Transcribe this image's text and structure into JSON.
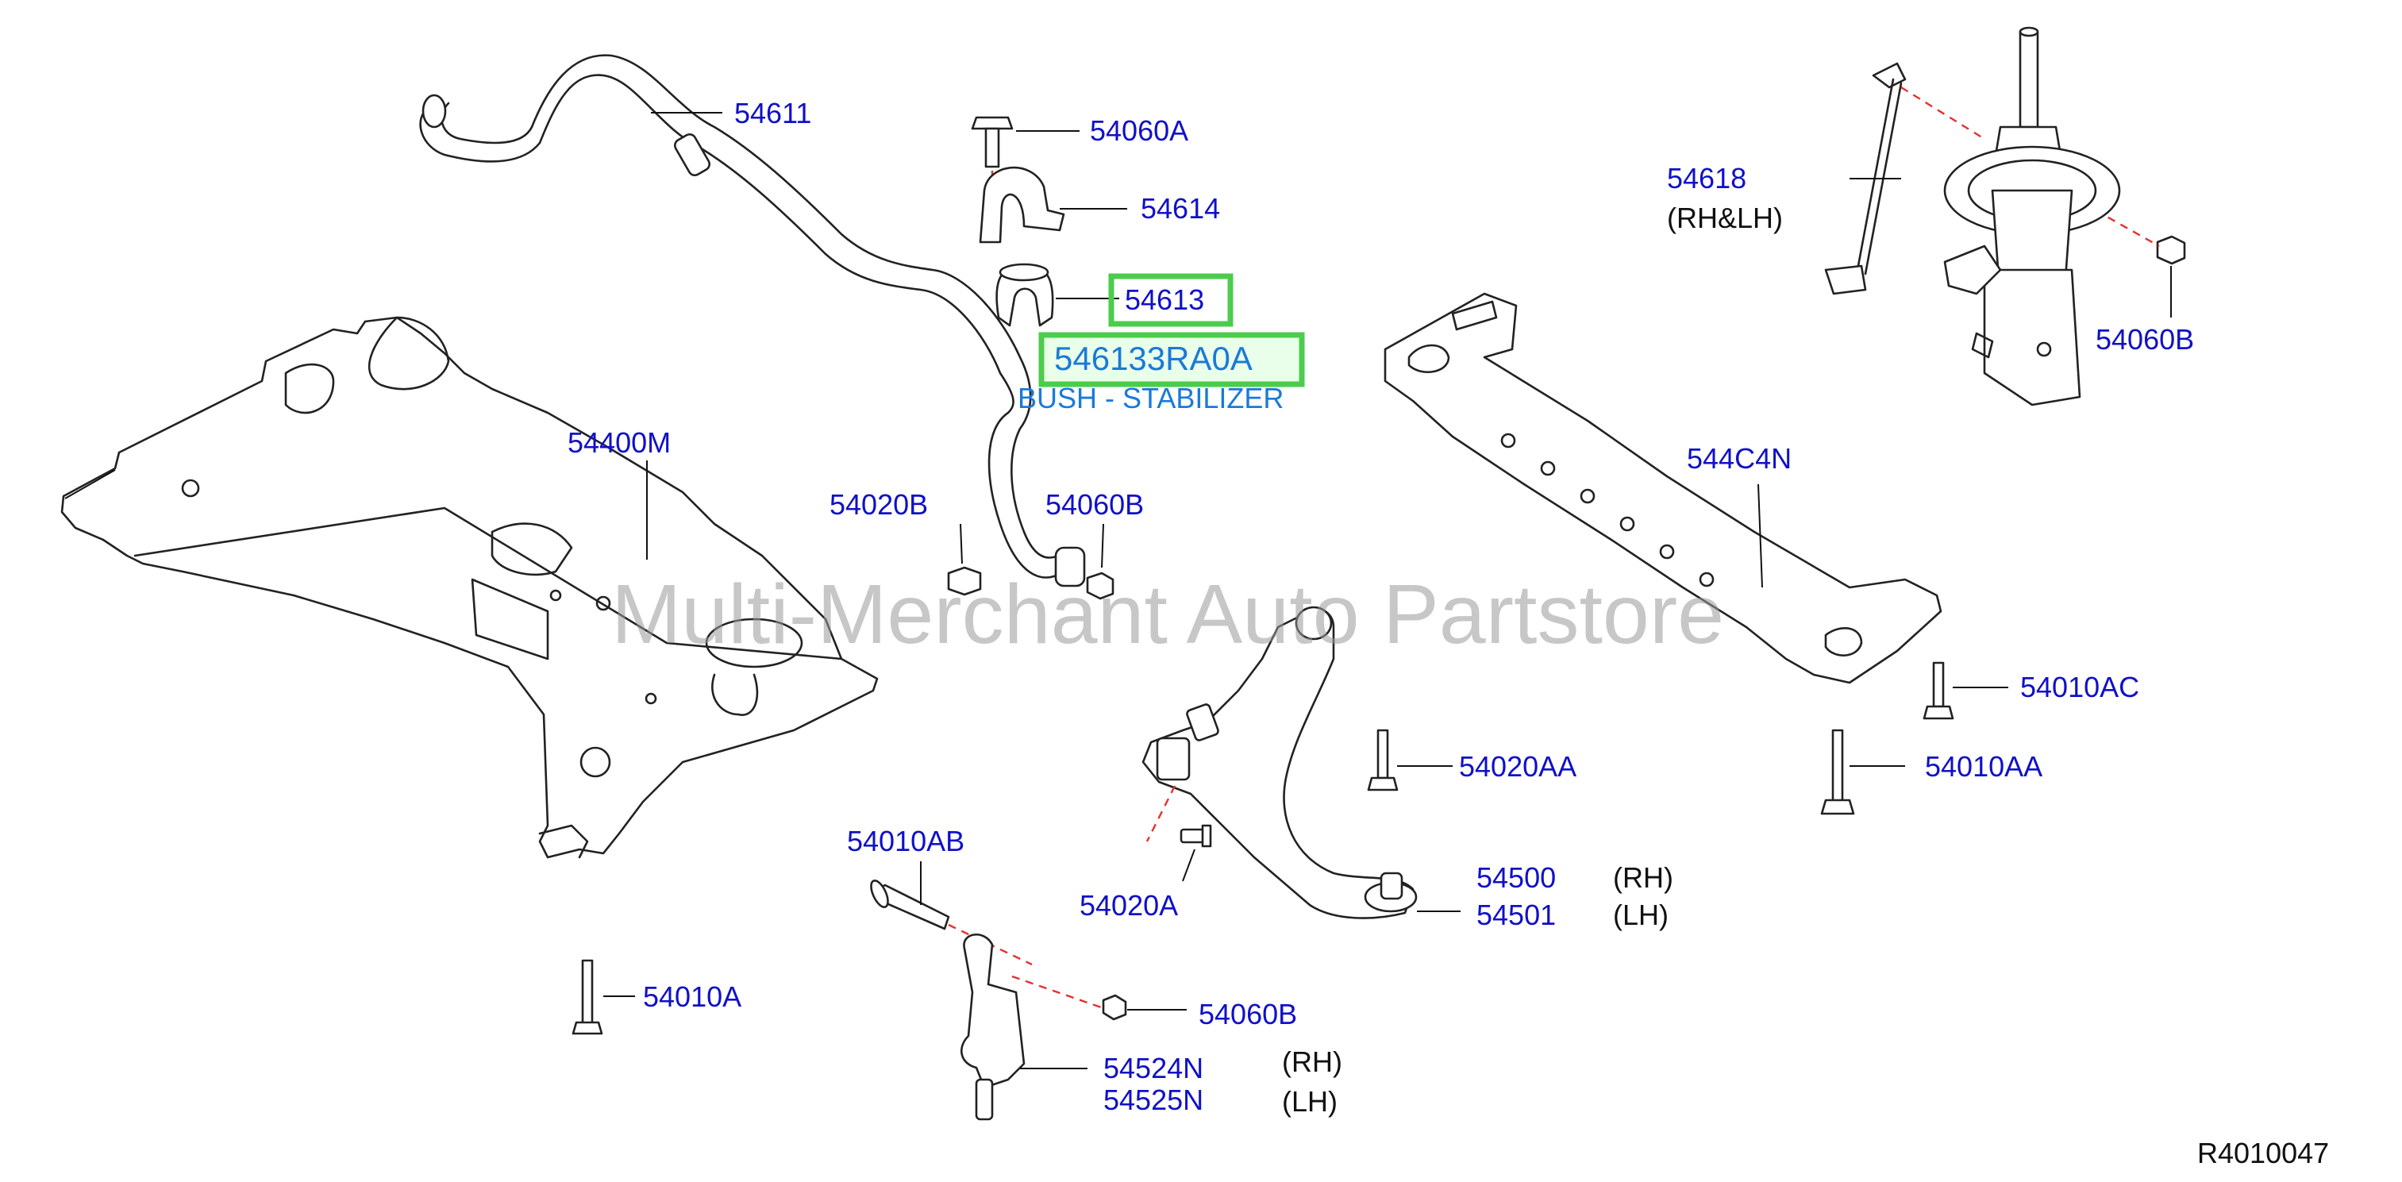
{
  "diagram": {
    "part_labels": {
      "p54611": "54611",
      "p54060A": "54060A",
      "p54614": "54614",
      "p54613": "54613",
      "p546133RA0A": "546133RA0A",
      "bush_name": "BUSH - STABILIZER",
      "p54618": "54618",
      "rh_lh": "(RH&LH)",
      "p54060B_top": "54060B",
      "p54400M": "54400M",
      "p544C4N": "544C4N",
      "p54020B": "54020B",
      "p54060B_mid": "54060B",
      "p54010AC": "54010AC",
      "p54020AA": "54020AA",
      "p54010AA": "54010AA",
      "p54010AB": "54010AB",
      "p54020A": "54020A",
      "p54500": "54500",
      "p54500_side": "(RH)",
      "p54501": "54501",
      "p54501_side": "(LH)",
      "p54010A": "54010A",
      "p54060B_low": "54060B",
      "p54524N": "54524N",
      "p54524N_side": "(RH)",
      "p54525N": "54525N",
      "p54525N_side": "(LH)"
    },
    "watermark": "Multi-Merchant Auto Partstore",
    "drawing_code": "R4010047",
    "colors": {
      "label": "#1010c8",
      "highlight": "#4ccc4c",
      "dash": "#e53030",
      "line": "#222222"
    }
  }
}
